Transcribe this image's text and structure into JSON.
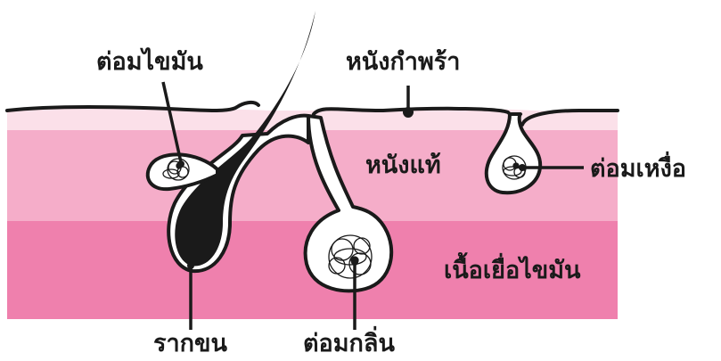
{
  "labels": {
    "sebaceous_gland": "ต่อมไขมัน",
    "epidermis": "หนังกำพร้า",
    "dermis": "หนังแท้",
    "sweat_gland": "ต่อมเหงื่อ",
    "subcutaneous_fat": "เนื้อเยื่อไขมัน",
    "hair_root": "รากขน",
    "apocrine_gland": "ต่อมกลิ่น"
  },
  "colors": {
    "epidermis": "#fbe0e9",
    "dermis": "#f5adc9",
    "subcutaneous": "#ef80ad",
    "outline": "#1a1a1a",
    "gland_fill": "#ffffff"
  }
}
